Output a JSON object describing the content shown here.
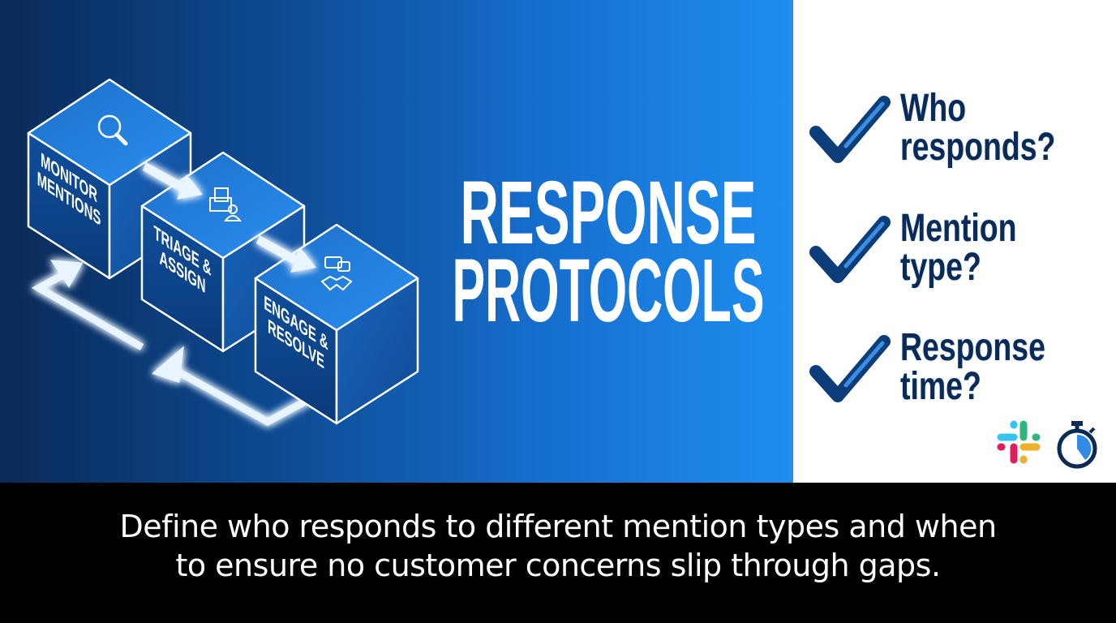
{
  "title": {
    "line1": "RESPONSE",
    "line2": "PROTOCOLS"
  },
  "steps": [
    {
      "label_line1": "MONITOR",
      "label_line2": "MENTIONS",
      "icon": "magnifier-icon"
    },
    {
      "label_line1": "TRIAGE &",
      "label_line2": "ASSIGN",
      "icon": "inbox-person-icon"
    },
    {
      "label_line1": "ENGAGE &",
      "label_line2": "RESOLVE",
      "icon": "chat-handshake-icon"
    }
  ],
  "checklist": [
    {
      "line1": "Who",
      "line2": "responds?"
    },
    {
      "line1": "Mention",
      "line2": "type?"
    },
    {
      "line1": "Response",
      "line2": "time?"
    }
  ],
  "icons": [
    "slack-logo-icon",
    "stopwatch-icon"
  ],
  "caption": {
    "line1": "Define who responds to different mention types and when",
    "line2": "to ensure no customer concerns slip through gaps."
  },
  "colors": {
    "navy": "#0b2a55",
    "accent": "#1f8ef0",
    "check": "#0b3d7a"
  }
}
